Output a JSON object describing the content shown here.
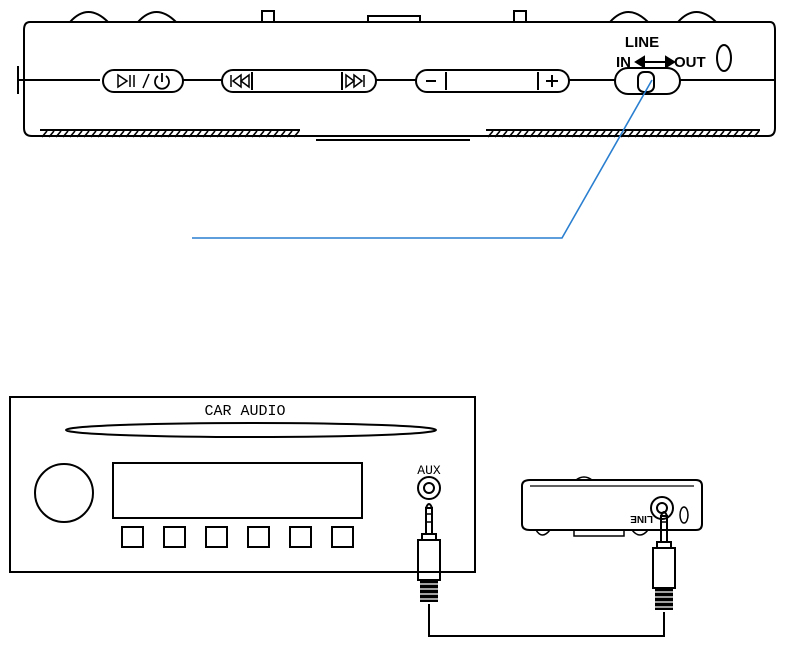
{
  "device_top": {
    "switch_title": "LINE",
    "switch_in": "IN",
    "switch_out": "OUT",
    "buttons": [
      {
        "name": "play-pause-power-button",
        "icon": "play-pause-power-icon"
      },
      {
        "name": "prev-next-rocker",
        "icon": "skip-icons"
      },
      {
        "name": "volume-rocker",
        "icon": "minus-plus-icons"
      }
    ]
  },
  "car_audio": {
    "title": "CAR AUDIO",
    "aux_label": "AUX",
    "preset_button_count": 6
  },
  "player_side": {
    "line_label": "LINE"
  },
  "colors": {
    "line": "#000000",
    "callout": "#2a7fd0"
  }
}
